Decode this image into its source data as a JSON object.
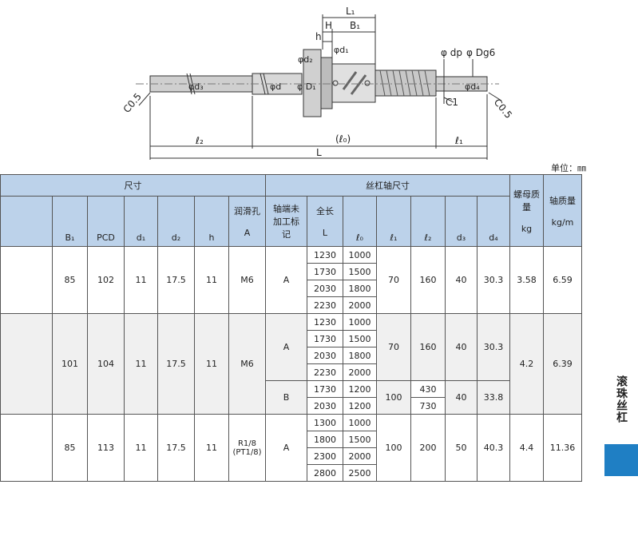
{
  "drawing": {
    "labels": {
      "L1": "L₁",
      "H": "H",
      "B1": "B₁",
      "h": "h",
      "d1": "φd₁",
      "d2": "φd₂",
      "dp": "φ dp",
      "Dg6": "φ Dg6",
      "d3": "φd₃",
      "d": "φd",
      "D1": "φ D₁",
      "d4": "φd₄",
      "C1": "C1",
      "C05_left": "C0.5",
      "C05_right": "C0.5",
      "l2": "ℓ₂",
      "l0": "(ℓ₀)",
      "l1": "ℓ₁",
      "L": "L"
    }
  },
  "unit_label": "单位：㎜",
  "header": {
    "dimensions": "尺寸",
    "screw_dims": "丝杠轴尺寸",
    "nut_mass": "螺母质量",
    "nut_mass_unit": "kg",
    "shaft_mass": "轴质量",
    "shaft_mass_unit": "kg/m",
    "B1": "B₁",
    "PCD": "PCD",
    "d1": "d₁",
    "d2": "d₂",
    "h": "h",
    "lube": "润滑孔",
    "lube_sub": "A",
    "shaft_end": "轴端未加工标记",
    "total_length": "全长",
    "L": "L",
    "l0": "ℓ₀",
    "l1": "ℓ₁",
    "l2": "ℓ₂",
    "d3": "d₃",
    "d4": "d₄"
  },
  "groups": [
    {
      "B1": "85",
      "PCD": "102",
      "d1": "11",
      "d2": "17.5",
      "h": "11",
      "lube": "M6",
      "nut_mass": "3.58",
      "shaft_mass": "6.59",
      "subs": [
        {
          "mark": "A",
          "l1": "70",
          "l2": "160",
          "d3": "40",
          "d4": "30.3",
          "rows": [
            [
              "1230",
              "1000"
            ],
            [
              "1730",
              "1500"
            ],
            [
              "2030",
              "1800"
            ],
            [
              "2230",
              "2000"
            ]
          ]
        }
      ]
    },
    {
      "B1": "101",
      "PCD": "104",
      "d1": "11",
      "d2": "17.5",
      "h": "11",
      "lube": "M6",
      "nut_mass": "4.2",
      "shaft_mass": "6.39",
      "subs": [
        {
          "mark": "A",
          "l1": "70",
          "l2": "160",
          "d3": "40",
          "d4": "30.3",
          "rows": [
            [
              "1230",
              "1000"
            ],
            [
              "1730",
              "1500"
            ],
            [
              "2030",
              "1800"
            ],
            [
              "2230",
              "2000"
            ]
          ]
        },
        {
          "mark": "B",
          "l1": "100",
          "l2": [
            "430",
            "730"
          ],
          "d3": "40",
          "d4": "33.8",
          "rows": [
            [
              "1730",
              "1200"
            ],
            [
              "2030",
              "1200"
            ]
          ]
        }
      ]
    },
    {
      "B1": "85",
      "PCD": "113",
      "d1": "11",
      "d2": "17.5",
      "h": "11",
      "lube": "R1/8\n(PT1/8)",
      "nut_mass": "4.4",
      "shaft_mass": "11.36",
      "subs": [
        {
          "mark": "A",
          "l1": "100",
          "l2": "200",
          "d3": "50",
          "d4": "40.3",
          "rows": [
            [
              "1300",
              "1000"
            ],
            [
              "1800",
              "1500"
            ],
            [
              "2300",
              "2000"
            ],
            [
              "2800",
              "2500"
            ]
          ]
        }
      ]
    }
  ],
  "side_label": "滚珠丝杠",
  "colors": {
    "header_bg": "#bcd2ea",
    "accent": "#1f7fc4"
  }
}
